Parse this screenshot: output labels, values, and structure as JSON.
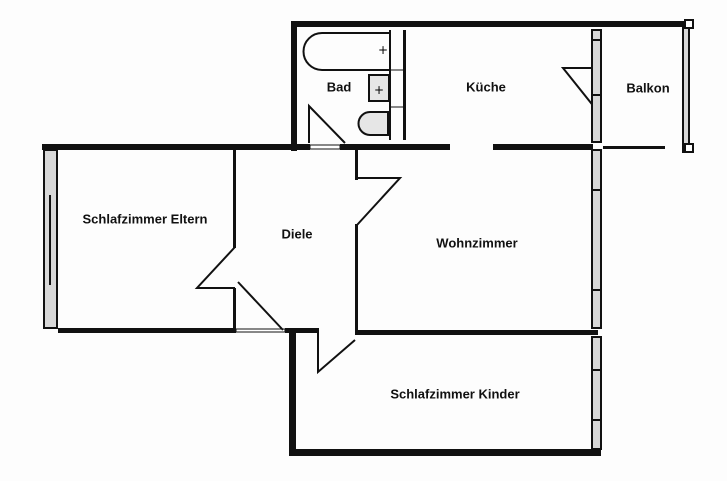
{
  "rooms": {
    "bad": "Bad",
    "kueche": "Küche",
    "balkon": "Balkon",
    "schlafzimmer_eltern": "Schlafzimmer Eltern",
    "diele": "Diele",
    "wohnzimmer": "Wohnzimmer",
    "schlafzimmer_kinder": "Schlafzimmer Kinder"
  },
  "colors": {
    "wall": "#111111",
    "window_fill": "#d8d8d8"
  }
}
